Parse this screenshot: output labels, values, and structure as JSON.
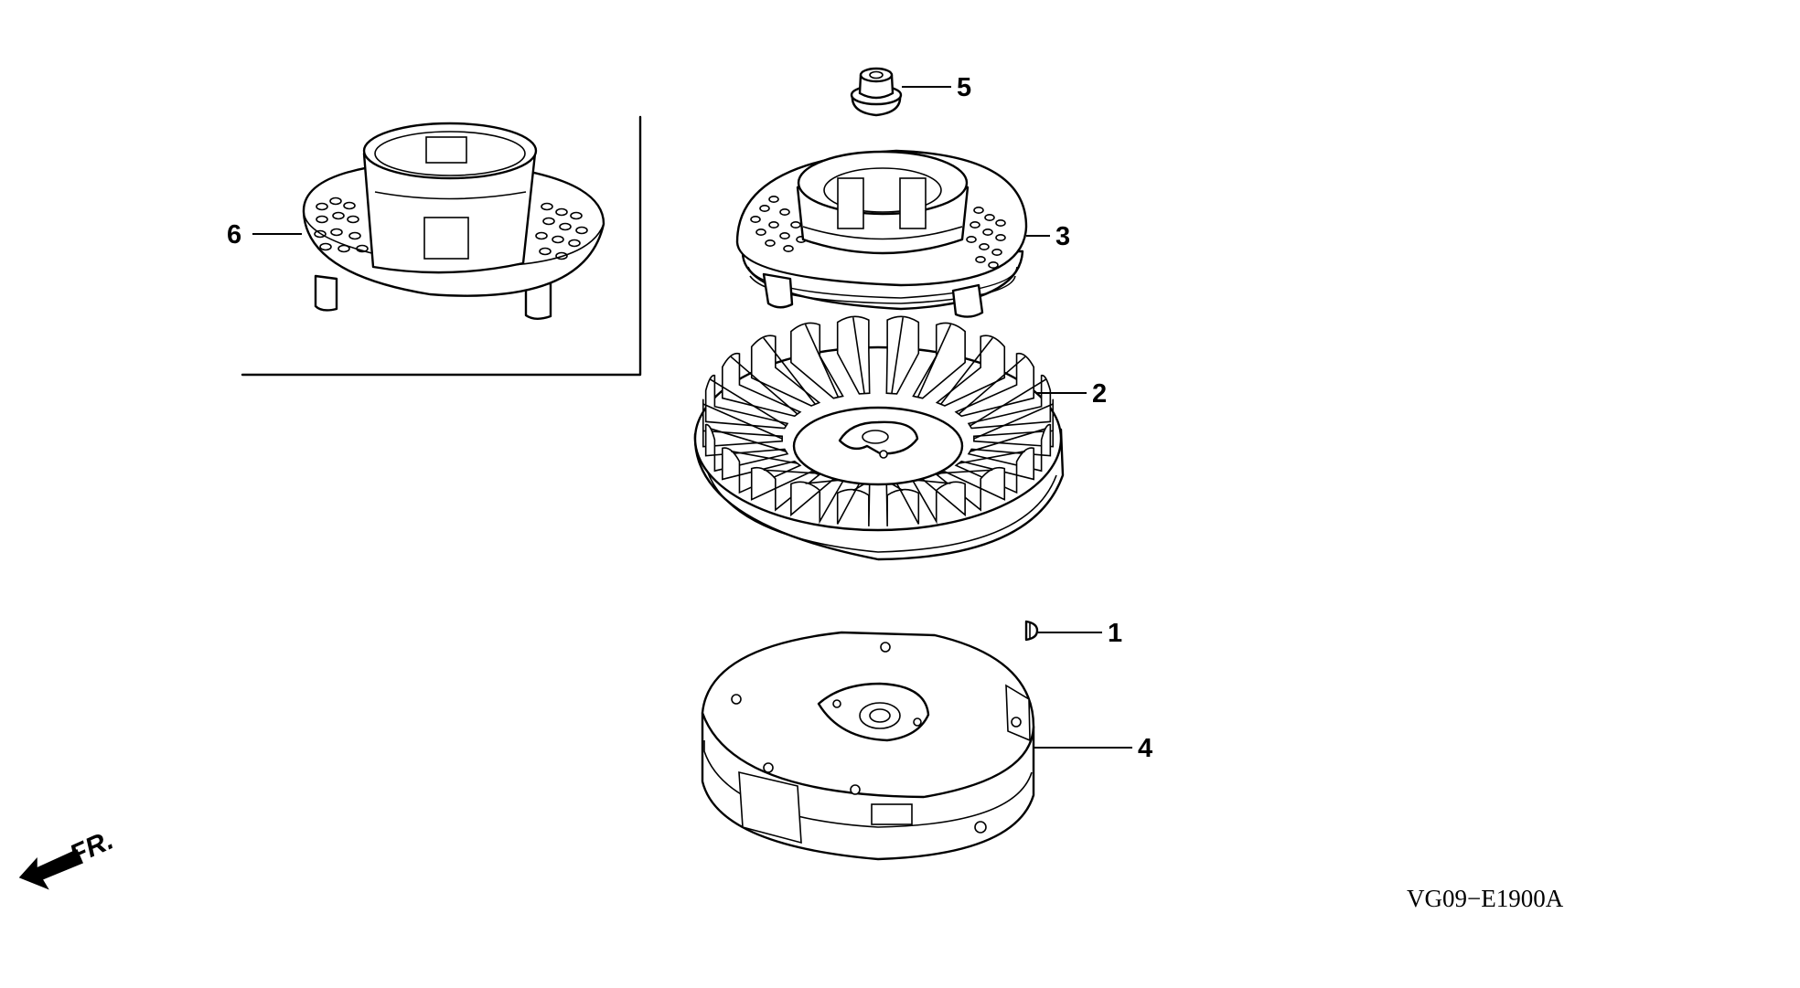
{
  "callouts": {
    "part1": "1",
    "part2": "2",
    "part3": "3",
    "part4": "4",
    "part5": "5",
    "part6": "6"
  },
  "direction": {
    "label": "FR."
  },
  "diagram_code": "VG09−E1900A"
}
